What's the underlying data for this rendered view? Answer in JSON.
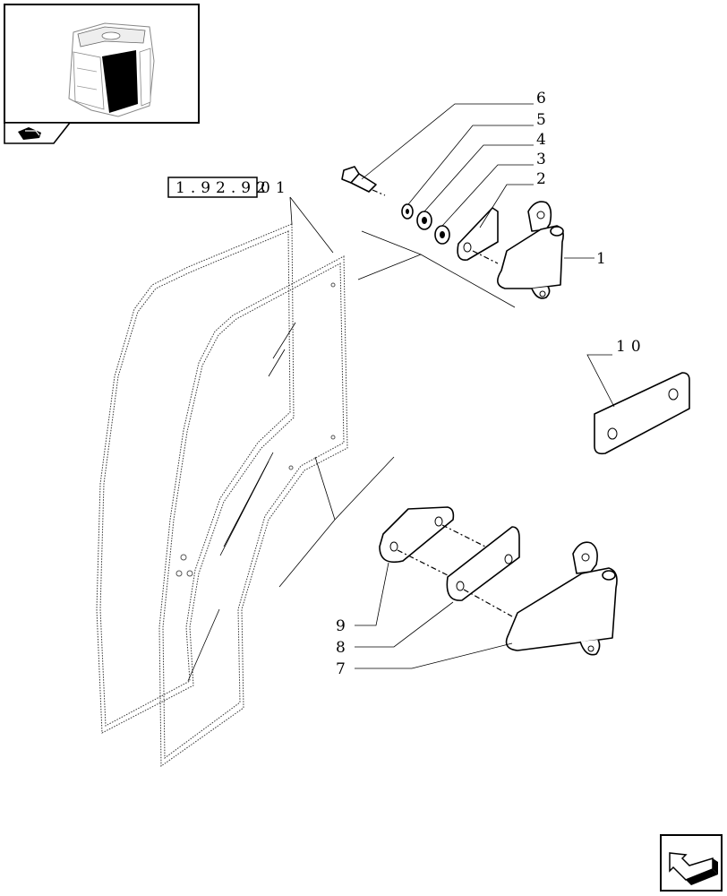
{
  "reference_label": "1.92.92",
  "reference_suffix": "01",
  "callouts": [
    {
      "id": "1",
      "label": "1"
    },
    {
      "id": "2",
      "label": "2"
    },
    {
      "id": "3",
      "label": "3"
    },
    {
      "id": "4",
      "label": "4"
    },
    {
      "id": "5",
      "label": "5"
    },
    {
      "id": "6",
      "label": "6"
    },
    {
      "id": "7",
      "label": "7"
    },
    {
      "id": "8",
      "label": "8"
    },
    {
      "id": "9",
      "label": "9"
    },
    {
      "id": "10",
      "label": "10"
    }
  ],
  "icons": {
    "thumbnail": "cab-overview-icon",
    "section": "book-icon",
    "nav": "next-page-arrow-icon"
  }
}
